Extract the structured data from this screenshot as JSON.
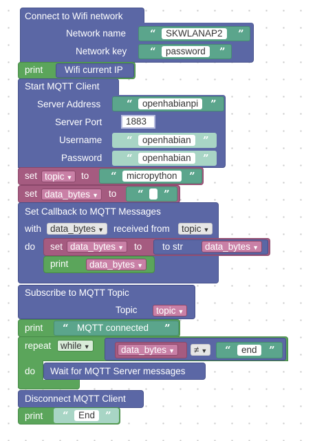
{
  "wifi": {
    "title": "Connect to Wifi network",
    "network_name_label": "Network name",
    "network_name_value": "SKWLANAP2",
    "network_key_label": "Network key",
    "network_key_value": "password"
  },
  "print_ip": {
    "keyword": "print",
    "text": "Wifi current IP"
  },
  "mqtt_client": {
    "title": "Start MQTT Client",
    "server_address_label": "Server Address",
    "server_address_value": "openhabianpi",
    "server_port_label": "Server Port",
    "server_port_value": "1883",
    "username_label": "Username",
    "username_value": "openhabian",
    "password_label": "Password",
    "password_value": "openhabian"
  },
  "set_topic": {
    "keyword": "set",
    "var": "topic",
    "to": "to",
    "value": "micropython"
  },
  "set_data": {
    "keyword": "set",
    "var": "data_bytes",
    "to": "to",
    "value": ""
  },
  "callback": {
    "title": "Set Callback to MQTT Messages",
    "with_label": "with",
    "with_var": "data_bytes",
    "received_from": "received from",
    "from_var": "topic",
    "do_label": "do",
    "inner_set_keyword": "set",
    "inner_set_var": "data_bytes",
    "inner_set_to": "to",
    "to_str_label": "to str",
    "to_str_var": "data_bytes",
    "inner_print_keyword": "print",
    "inner_print_var": "data_bytes"
  },
  "subscribe": {
    "title": "Subscribe to MQTT Topic",
    "topic_label": "Topic",
    "topic_var": "topic"
  },
  "print_connected": {
    "keyword": "print",
    "text": "MQTT connected"
  },
  "repeat": {
    "keyword": "repeat",
    "mode": "while",
    "left_var": "data_bytes",
    "operator": "≠",
    "right_value": "end",
    "do_label": "do",
    "body": "Wait for MQTT Server messages"
  },
  "disconnect": {
    "title": "Disconnect MQTT Client"
  },
  "print_end": {
    "keyword": "print",
    "text": "End"
  },
  "icons": [
    "string-open-quote-icon",
    "string-close-quote-icon",
    "dropdown-arrow-icon"
  ],
  "colors": {
    "procedure": "#5b67a5",
    "text": "#5ba58c",
    "variable": "#a55b80",
    "loop": "#5ba55b"
  }
}
